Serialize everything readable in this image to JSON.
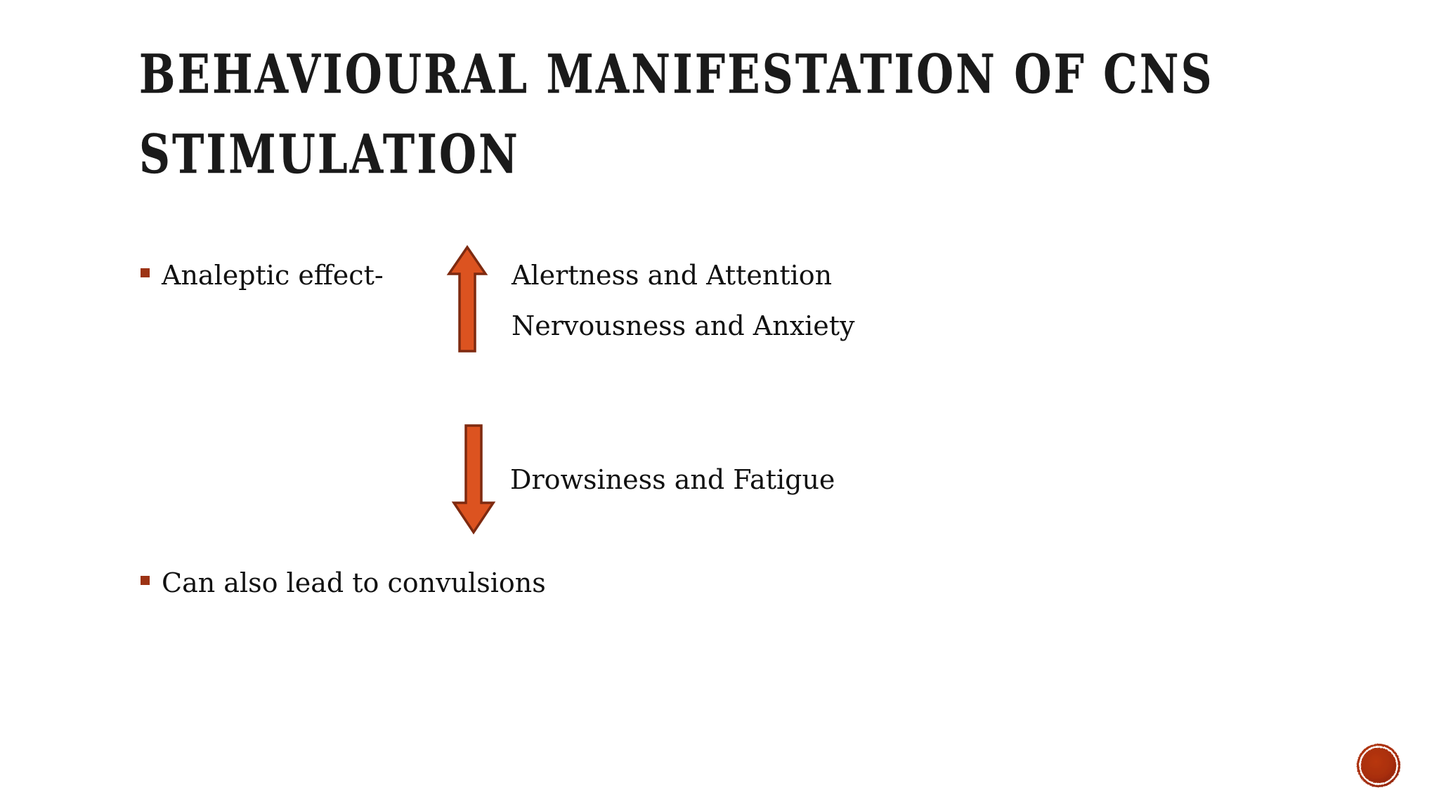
{
  "slide": {
    "background_color": "#ffffff",
    "title": {
      "line1": "BEHAVIOURAL MANIFESTATION OF CNS",
      "line2": "STIMULATION",
      "color": "#1a1a1a"
    },
    "bullets": [
      {
        "text": "Analeptic effect-",
        "marker": "square-bullet"
      },
      {
        "text": "Can also lead to convulsions",
        "marker": "square-bullet"
      }
    ],
    "effects": [
      {
        "text": "Alertness and Attention"
      },
      {
        "text": "Nervousness and Anxiety"
      },
      {
        "text": "Drowsiness and Fatigue"
      }
    ],
    "arrows": [
      {
        "name": "up-arrow",
        "direction": "up",
        "fill": "#DC5320",
        "stroke": "#7E2A10"
      },
      {
        "name": "down-arrow",
        "direction": "down",
        "fill": "#DC5320",
        "stroke": "#7E2A10"
      }
    ],
    "decoration": {
      "stamp": {
        "name": "circle-stamp-logo",
        "fill": "#A82E0C",
        "ring": "#ffffff"
      }
    },
    "colors": {
      "accent": "#9C3314",
      "arrow_fill": "#DC5320",
      "arrow_stroke": "#7E2A10",
      "stamp_fill": "#A82E0C",
      "text": "#111111"
    }
  }
}
